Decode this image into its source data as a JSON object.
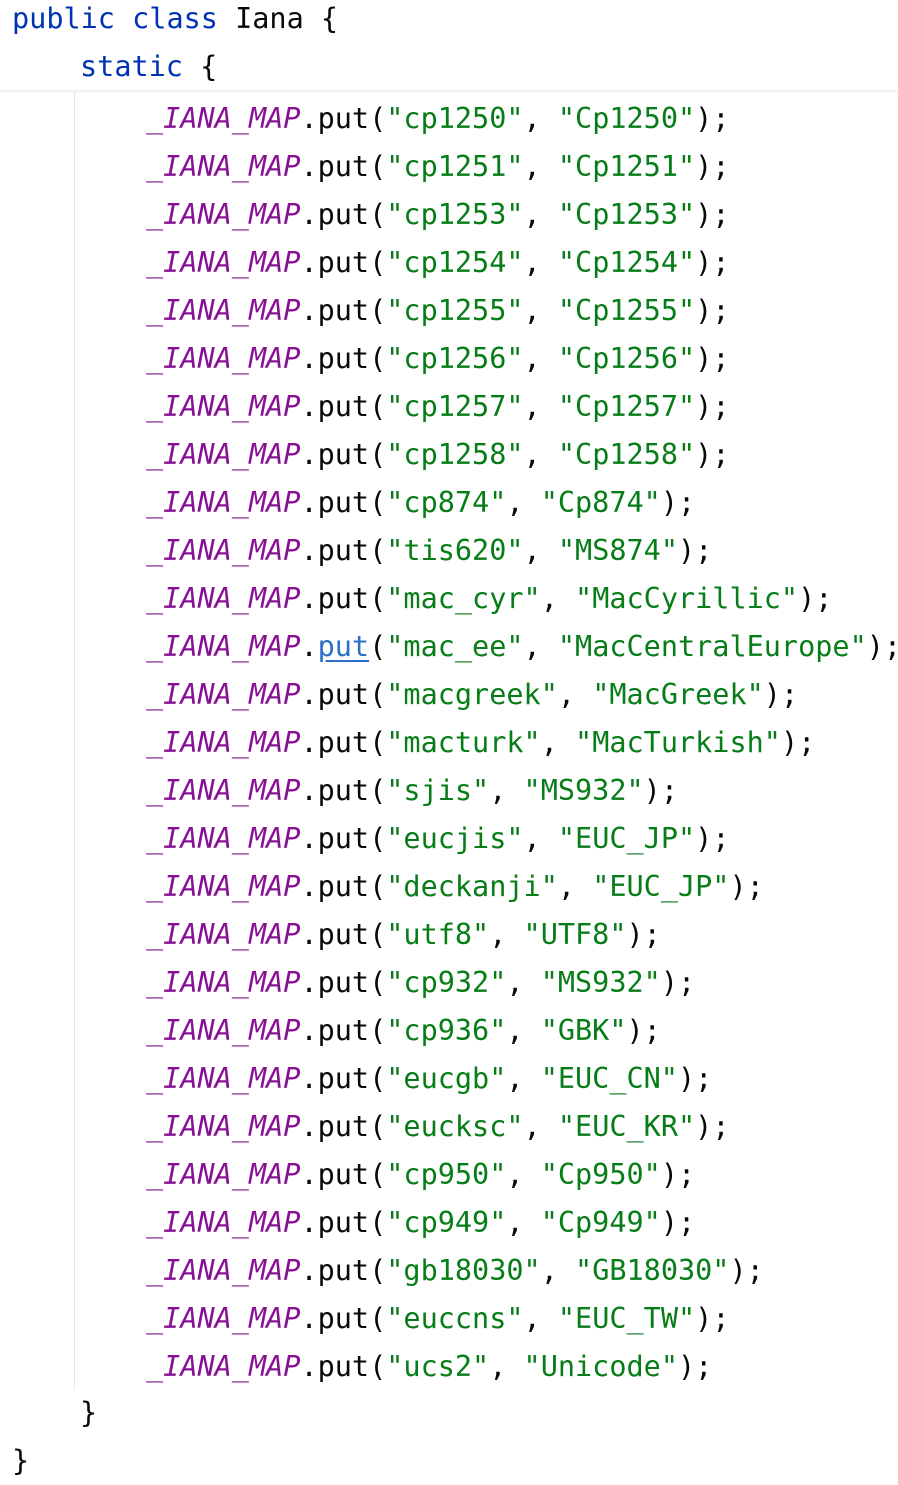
{
  "header": {
    "kw_public": "public",
    "kw_class": "class",
    "class_name": "Iana",
    "open_brace": "{",
    "kw_static": "static",
    "static_brace": "{"
  },
  "statements": [
    {
      "field": "_IANA_MAP",
      "method": "put",
      "key": "\"cp1250\"",
      "value": "\"Cp1250\""
    },
    {
      "field": "_IANA_MAP",
      "method": "put",
      "key": "\"cp1251\"",
      "value": "\"Cp1251\""
    },
    {
      "field": "_IANA_MAP",
      "method": "put",
      "key": "\"cp1253\"",
      "value": "\"Cp1253\""
    },
    {
      "field": "_IANA_MAP",
      "method": "put",
      "key": "\"cp1254\"",
      "value": "\"Cp1254\""
    },
    {
      "field": "_IANA_MAP",
      "method": "put",
      "key": "\"cp1255\"",
      "value": "\"Cp1255\""
    },
    {
      "field": "_IANA_MAP",
      "method": "put",
      "key": "\"cp1256\"",
      "value": "\"Cp1256\""
    },
    {
      "field": "_IANA_MAP",
      "method": "put",
      "key": "\"cp1257\"",
      "value": "\"Cp1257\""
    },
    {
      "field": "_IANA_MAP",
      "method": "put",
      "key": "\"cp1258\"",
      "value": "\"Cp1258\""
    },
    {
      "field": "_IANA_MAP",
      "method": "put",
      "key": "\"cp874\"",
      "value": "\"Cp874\""
    },
    {
      "field": "_IANA_MAP",
      "method": "put",
      "key": "\"tis620\"",
      "value": "\"MS874\""
    },
    {
      "field": "_IANA_MAP",
      "method": "put",
      "key": "\"mac_cyr\"",
      "value": "\"MacCyrillic\""
    },
    {
      "field": "_IANA_MAP",
      "method": "put",
      "key": "\"mac_ee\"",
      "value": "\"MacCentralEurope\"",
      "highlighted": true
    },
    {
      "field": "_IANA_MAP",
      "method": "put",
      "key": "\"macgreek\"",
      "value": "\"MacGreek\""
    },
    {
      "field": "_IANA_MAP",
      "method": "put",
      "key": "\"macturk\"",
      "value": "\"MacTurkish\""
    },
    {
      "field": "_IANA_MAP",
      "method": "put",
      "key": "\"sjis\"",
      "value": "\"MS932\""
    },
    {
      "field": "_IANA_MAP",
      "method": "put",
      "key": "\"eucjis\"",
      "value": "\"EUC_JP\""
    },
    {
      "field": "_IANA_MAP",
      "method": "put",
      "key": "\"deckanji\"",
      "value": "\"EUC_JP\""
    },
    {
      "field": "_IANA_MAP",
      "method": "put",
      "key": "\"utf8\"",
      "value": "\"UTF8\""
    },
    {
      "field": "_IANA_MAP",
      "method": "put",
      "key": "\"cp932\"",
      "value": "\"MS932\""
    },
    {
      "field": "_IANA_MAP",
      "method": "put",
      "key": "\"cp936\"",
      "value": "\"GBK\""
    },
    {
      "field": "_IANA_MAP",
      "method": "put",
      "key": "\"eucgb\"",
      "value": "\"EUC_CN\""
    },
    {
      "field": "_IANA_MAP",
      "method": "put",
      "key": "\"eucksc\"",
      "value": "\"EUC_KR\""
    },
    {
      "field": "_IANA_MAP",
      "method": "put",
      "key": "\"cp950\"",
      "value": "\"Cp950\""
    },
    {
      "field": "_IANA_MAP",
      "method": "put",
      "key": "\"cp949\"",
      "value": "\"Cp949\""
    },
    {
      "field": "_IANA_MAP",
      "method": "put",
      "key": "\"gb18030\"",
      "value": "\"GB18030\""
    },
    {
      "field": "_IANA_MAP",
      "method": "put",
      "key": "\"euccns\"",
      "value": "\"EUC_TW\""
    },
    {
      "field": "_IANA_MAP",
      "method": "put",
      "key": "\"ucs2\"",
      "value": "\"Unicode\""
    }
  ],
  "footer": {
    "static_close": "}",
    "class_close": "}"
  },
  "colors": {
    "keyword": "#0033b3",
    "field": "#871094",
    "string": "#067d17",
    "text": "#080808",
    "reference_link": "#2a6fc9"
  }
}
